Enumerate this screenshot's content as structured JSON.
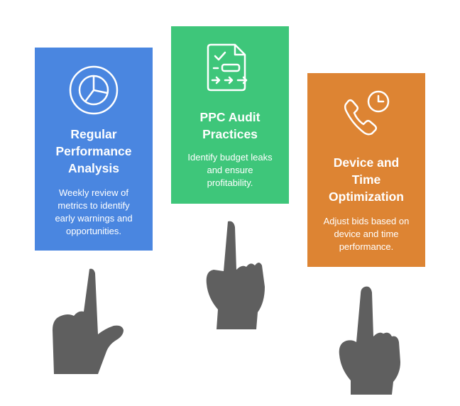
{
  "colors": {
    "blue": "#4a86e0",
    "green": "#3ec67a",
    "orange": "#dd8433",
    "hand": "#5f5f5f",
    "text": "#ffffff"
  },
  "cards": [
    {
      "id": "performance",
      "icon": "pie-chart-icon",
      "title_lines": [
        "Regular",
        "Performance",
        "Analysis"
      ],
      "desc_lines": [
        "Weekly review of",
        "metrics to identify",
        "early warnings and",
        "opportunities."
      ]
    },
    {
      "id": "audit",
      "icon": "document-checklist-icon",
      "title_lines": [
        "PPC Audit",
        "Practices"
      ],
      "desc_lines": [
        "Identify budget leaks",
        "and ensure",
        "profitability."
      ]
    },
    {
      "id": "device-time",
      "icon": "phone-clock-icon",
      "title_lines": [
        "Device and",
        "Time",
        "Optimization"
      ],
      "desc_lines": [
        "Adjust bids based on",
        "device and time",
        "performance."
      ]
    }
  ]
}
